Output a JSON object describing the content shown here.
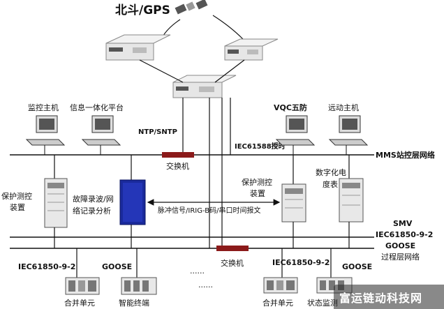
{
  "top_label": "北斗/GPS",
  "labels": {
    "monitor_host": "监控主机",
    "info_platform": "信息一体化平台",
    "vqc": "VQC五防",
    "remote_host": "远动主机",
    "ntp": "NTP/SNTP",
    "iec61588": "IEC61588授时",
    "mms": "MMS站控层网络",
    "switch1": "交换机",
    "protect_left_1": "保护测控",
    "protect_left_2": "装置",
    "recorder_1": "故障录波/网",
    "recorder_2": "络记录分析",
    "protect_mid_1": "保护测控",
    "protect_mid_2": "装置",
    "digital_meter_1": "数字化电",
    "digital_meter_2": "度表",
    "pulse": "脉冲信号/IRIG-B码/串口时间报文",
    "smv": "SMV",
    "iec_92_right": "IEC61850-9-2",
    "goose_right": "GOOSE",
    "process_net": "过程层网络",
    "switch2": "交换机",
    "iec_92_left": "IEC61850-9-2",
    "goose_left": "GOOSE",
    "iec_92_mid": "IEC61850-9-2",
    "goose_mid": "GOOSE",
    "merge_unit_1": "合并单元",
    "smart_terminal": "智能终端",
    "dots": "......",
    "merge_unit_2": "合并单元",
    "status_monitor": "状态监测",
    "watermark": "富运链动科技网"
  },
  "colors": {
    "line": "#111111",
    "switch": "#8b1a1a",
    "recorder": "#1a2a9c",
    "device": "#e8e8e8"
  }
}
